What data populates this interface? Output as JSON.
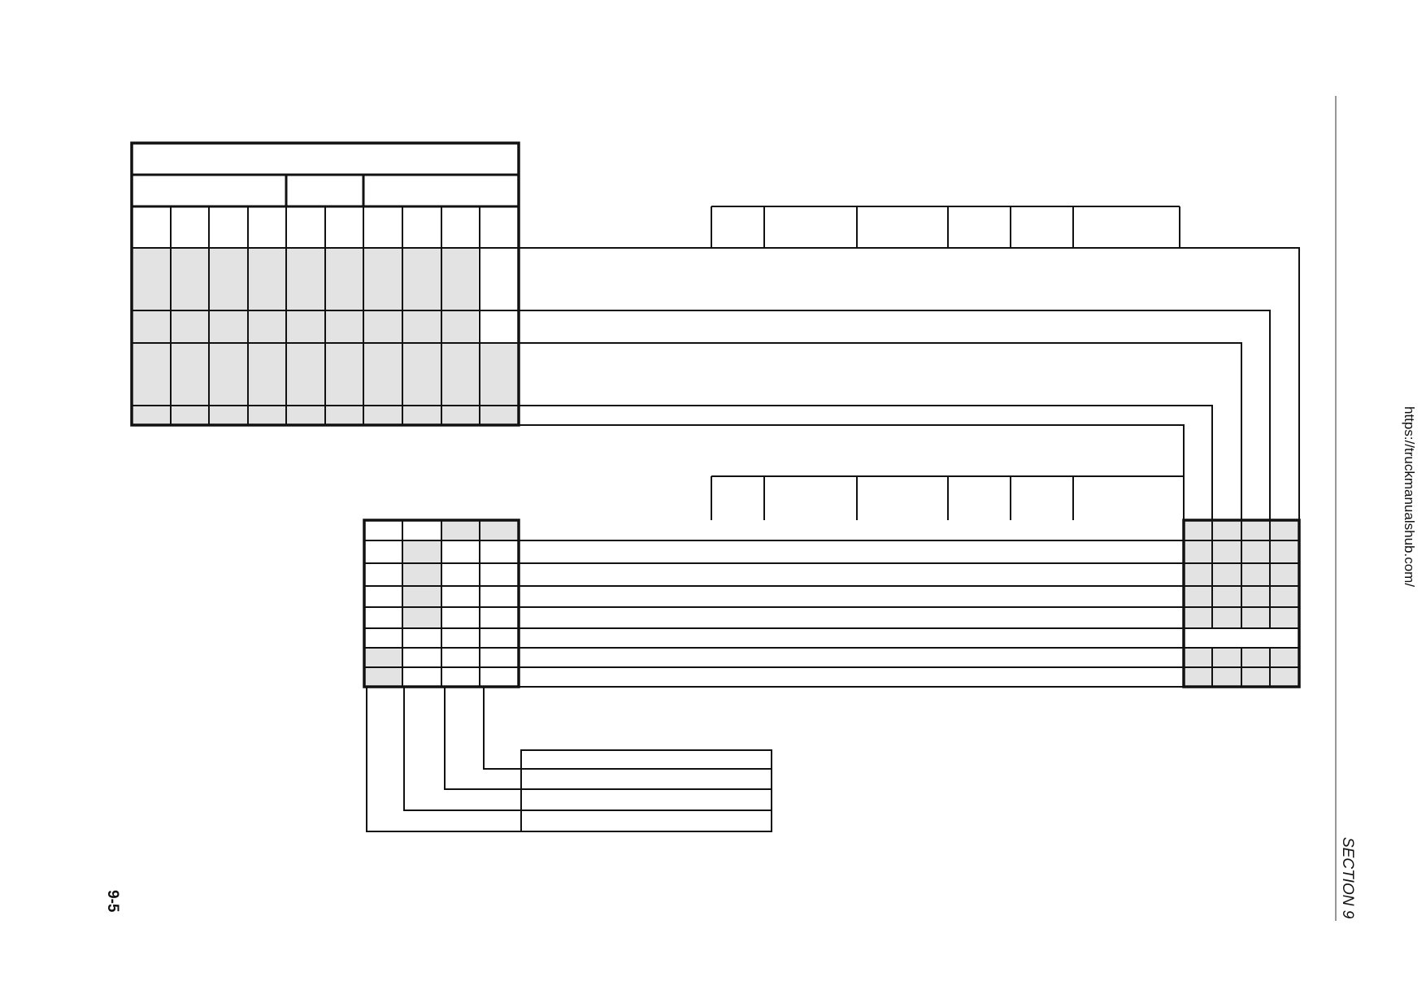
{
  "page": {
    "section_label": "SECTION 9",
    "page_number": "9-5",
    "url": "https://truckmanualshub.com/"
  },
  "colors": {
    "line": "#111111",
    "shade": "#e3e3e3",
    "background": "#ffffff"
  }
}
